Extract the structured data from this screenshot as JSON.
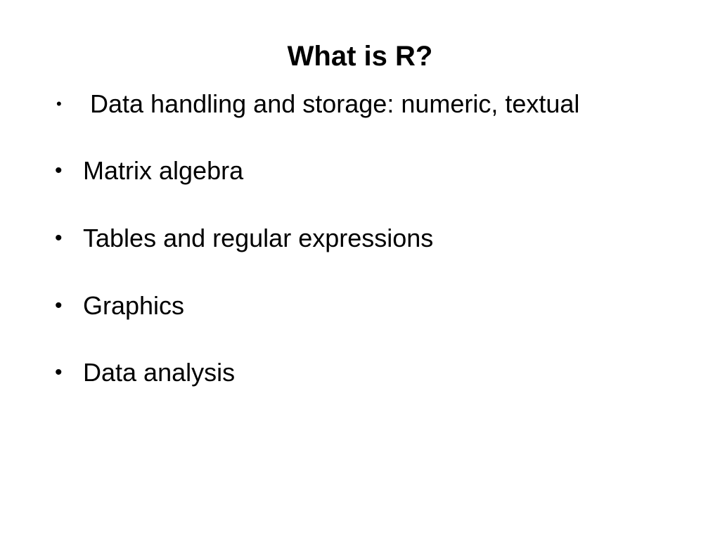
{
  "slide": {
    "title": "What is R?",
    "bullets": [
      {
        "marker": "•",
        "text": "Data handling and storage: numeric, textual"
      },
      {
        "marker": "•",
        "text": "Matrix algebra"
      },
      {
        "marker": "•",
        "text": "Tables and regular expressions"
      },
      {
        "marker": "•",
        "text": "Graphics"
      },
      {
        "marker": "•",
        "text": "Data analysis"
      }
    ]
  }
}
